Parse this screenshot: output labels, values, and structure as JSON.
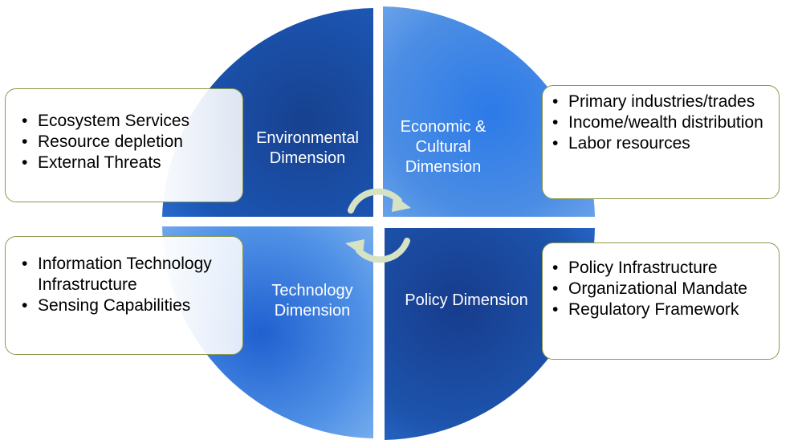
{
  "dimensions": [
    {
      "id": "environmental",
      "label": "Environmental Dimension",
      "bullets": [
        "Ecosystem Services",
        "Resource depletion",
        "External Threats"
      ]
    },
    {
      "id": "economic",
      "label": "Economic & Cultural Dimension",
      "bullets": [
        "Primary industries/trades",
        "Income/wealth distribution",
        "Labor resources"
      ]
    },
    {
      "id": "technology",
      "label": "Technology Dimension",
      "bullets": [
        "Information Technology Infrastructure",
        "Sensing Capabilities"
      ]
    },
    {
      "id": "policy",
      "label": "Policy Dimension",
      "bullets": [
        "Policy Infrastructure",
        "Organizational Mandate",
        "Regulatory Framework"
      ]
    }
  ],
  "colors": {
    "quadrant_dark": "#143a8a",
    "quadrant_light": "#2f7fe6",
    "box_border": "#8a9a4e",
    "cycle_arrows": "#d6e2c4"
  },
  "cycle_icon": "circular-arrows-icon"
}
